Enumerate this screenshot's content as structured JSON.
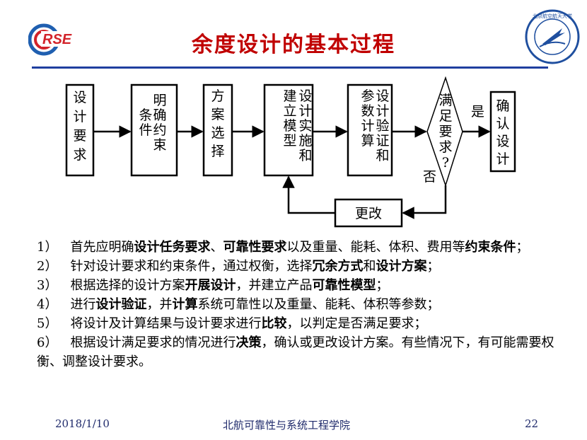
{
  "header": {
    "logo_left_text": "RSE",
    "logo_right_text": "北京航空航天大学",
    "title": "余度设计的基本过程"
  },
  "diagram": {
    "boxes": [
      {
        "id": "req",
        "lines": [
          "设",
          "计",
          "要",
          "求"
        ]
      },
      {
        "id": "cond",
        "lines": [
          "明",
          "确",
          "约",
          "束",
          "条",
          "件"
        ]
      },
      {
        "id": "plan",
        "lines": [
          "方",
          "案",
          "选",
          "择"
        ]
      },
      {
        "id": "impl",
        "lines": [
          "设",
          "计",
          "实",
          "施",
          "和",
          "建",
          "立",
          "模",
          "型"
        ]
      },
      {
        "id": "verify",
        "lines": [
          "设",
          "计",
          "验",
          "证",
          "和",
          "参",
          "数",
          "计",
          "算"
        ]
      },
      {
        "id": "confirm",
        "lines": [
          "确",
          "认",
          "设",
          "计"
        ]
      }
    ],
    "decision": [
      "满",
      "足",
      "要",
      "求",
      "?"
    ],
    "yes_label": "是",
    "no_label": "否",
    "change_label": "更改"
  },
  "list": [
    {
      "num": "1）",
      "parts": [
        {
          "t": "首先应明确",
          "b": false
        },
        {
          "t": "设计任务要求",
          "b": true
        },
        {
          "t": "、",
          "b": false
        },
        {
          "t": "可靠性要求",
          "b": true
        },
        {
          "t": "以及重量、能耗、体积、费用等",
          "b": false
        },
        {
          "t": "约束条件",
          "b": true
        },
        {
          "t": "；",
          "b": false
        }
      ]
    },
    {
      "num": "2）",
      "parts": [
        {
          "t": "针对设计要求和约束条件，通过权衡，选择",
          "b": false
        },
        {
          "t": "冗余方式",
          "b": true
        },
        {
          "t": "和",
          "b": false
        },
        {
          "t": "设计方案",
          "b": true
        },
        {
          "t": "；",
          "b": false
        }
      ]
    },
    {
      "num": "3）",
      "parts": [
        {
          "t": "根据选择的设计方案",
          "b": false
        },
        {
          "t": "开展设计",
          "b": true
        },
        {
          "t": "，并建立产品",
          "b": false
        },
        {
          "t": "可靠性模型",
          "b": true
        },
        {
          "t": "；",
          "b": false
        }
      ]
    },
    {
      "num": "4）",
      "parts": [
        {
          "t": "进行",
          "b": false
        },
        {
          "t": "设计验证",
          "b": true
        },
        {
          "t": "，并",
          "b": false
        },
        {
          "t": "计算",
          "b": true
        },
        {
          "t": "系统可靠性以及重量、能耗、体积等参数；",
          "b": false
        }
      ]
    },
    {
      "num": "5）",
      "parts": [
        {
          "t": "将设计及计算结果与设计要求进行",
          "b": false
        },
        {
          "t": "比较",
          "b": true
        },
        {
          "t": "，以判定是否满足要求；",
          "b": false
        }
      ]
    },
    {
      "num": "6）",
      "parts": [
        {
          "t": "根据设计满足要求的情况进行",
          "b": false
        },
        {
          "t": "决策",
          "b": true
        },
        {
          "t": "，确认或更改设计方案。有些情况下，有可能需要权衡、调整设计要求。",
          "b": false
        }
      ]
    }
  ],
  "footer": {
    "date": "2018/1/10",
    "institution": "北航可靠性与系统工程学院",
    "page": "22"
  },
  "colors": {
    "title": "#c00000",
    "rule": "#1f3f9f",
    "logo_blue": "#1f5fb0",
    "logo_red": "#d2232a"
  }
}
